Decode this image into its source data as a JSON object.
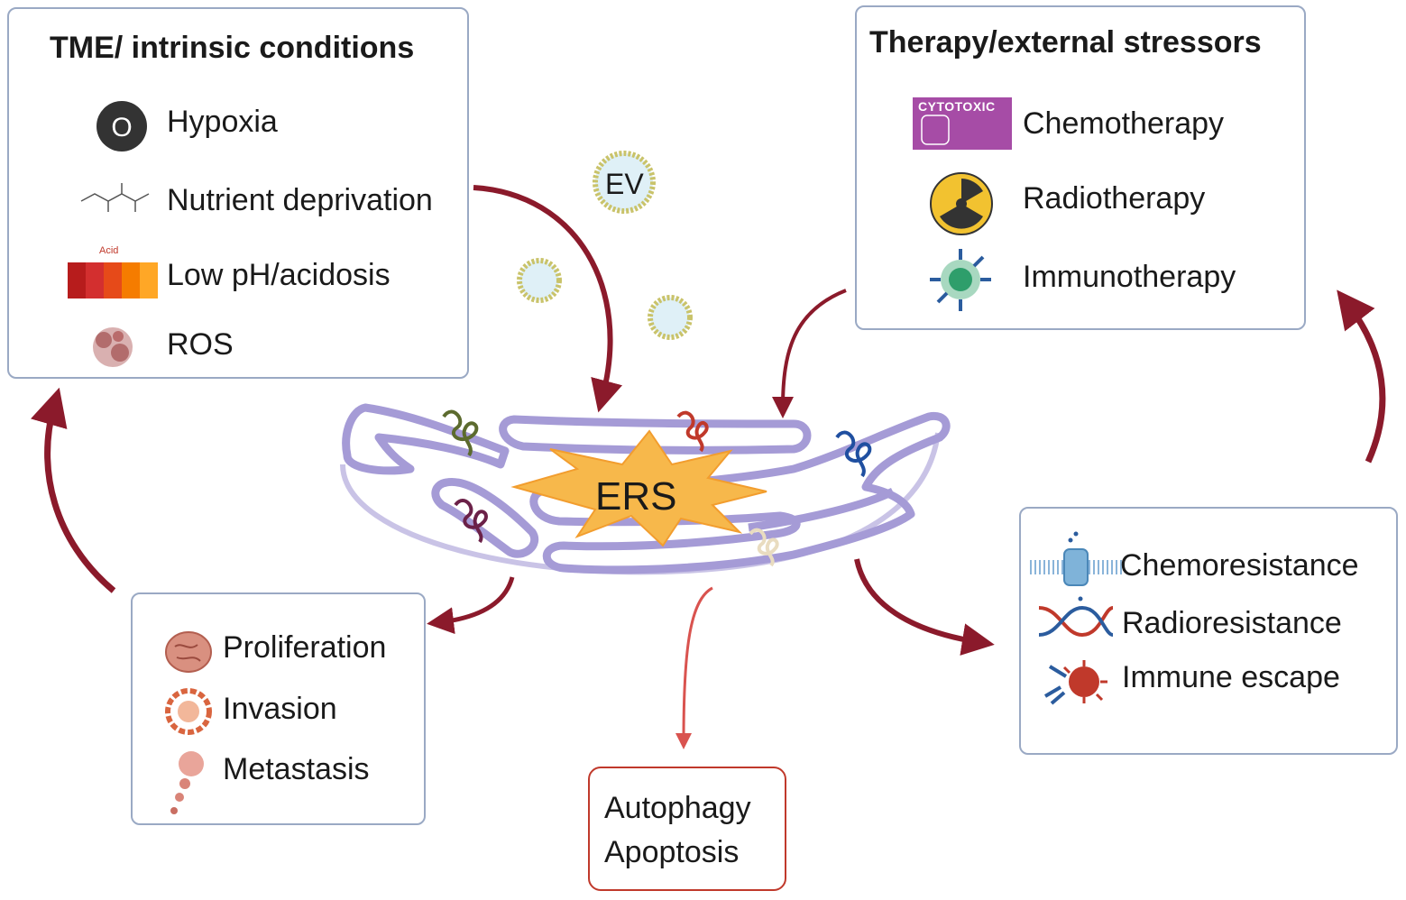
{
  "tme_box": {
    "title": "TME/ intrinsic conditions",
    "items": [
      {
        "label": "Hypoxia",
        "icon": "oxygen-icon",
        "icon_text": "O"
      },
      {
        "label": "Nutrient deprivation",
        "icon": "amino-acid-structure-icon"
      },
      {
        "label": "Low pH/acidosis",
        "icon": "ph-scale-icon",
        "icon_text": "Acid"
      },
      {
        "label": "ROS",
        "icon": "ros-cluster-icon"
      }
    ]
  },
  "therapy_box": {
    "title": "Therapy/external stressors",
    "items": [
      {
        "label": "Chemotherapy",
        "icon": "cytotoxic-label-icon",
        "icon_text": "CYTOTOXIC"
      },
      {
        "label": "Radiotherapy",
        "icon": "radiation-icon"
      },
      {
        "label": "Immunotherapy",
        "icon": "immune-cell-icon"
      }
    ]
  },
  "center": {
    "ers_label": "ERS",
    "ev_label": "EV",
    "organelle": "endoplasmic-reticulum-icon"
  },
  "outcome_left": {
    "items": [
      {
        "label": "Proliferation",
        "icon": "cell-icon"
      },
      {
        "label": "Invasion",
        "icon": "invading-cell-icon"
      },
      {
        "label": "Metastasis",
        "icon": "metastasis-icon"
      }
    ]
  },
  "outcome_right": {
    "items": [
      {
        "label": "Chemoresistance",
        "icon": "membrane-channel-icon"
      },
      {
        "label": "Radioresistance",
        "icon": "dna-icon"
      },
      {
        "label": "Immune escape",
        "icon": "antibody-cell-icon"
      }
    ]
  },
  "outcome_bottom": {
    "line1": "Autophagy",
    "line2": "Apoptosis"
  },
  "colors": {
    "arrow": "#8b1a2b",
    "arrow_light": "#d9534f",
    "box_border": "#9aa9c4",
    "er_fill": "#c7c3e6",
    "ers_star": "#f7b84b"
  }
}
